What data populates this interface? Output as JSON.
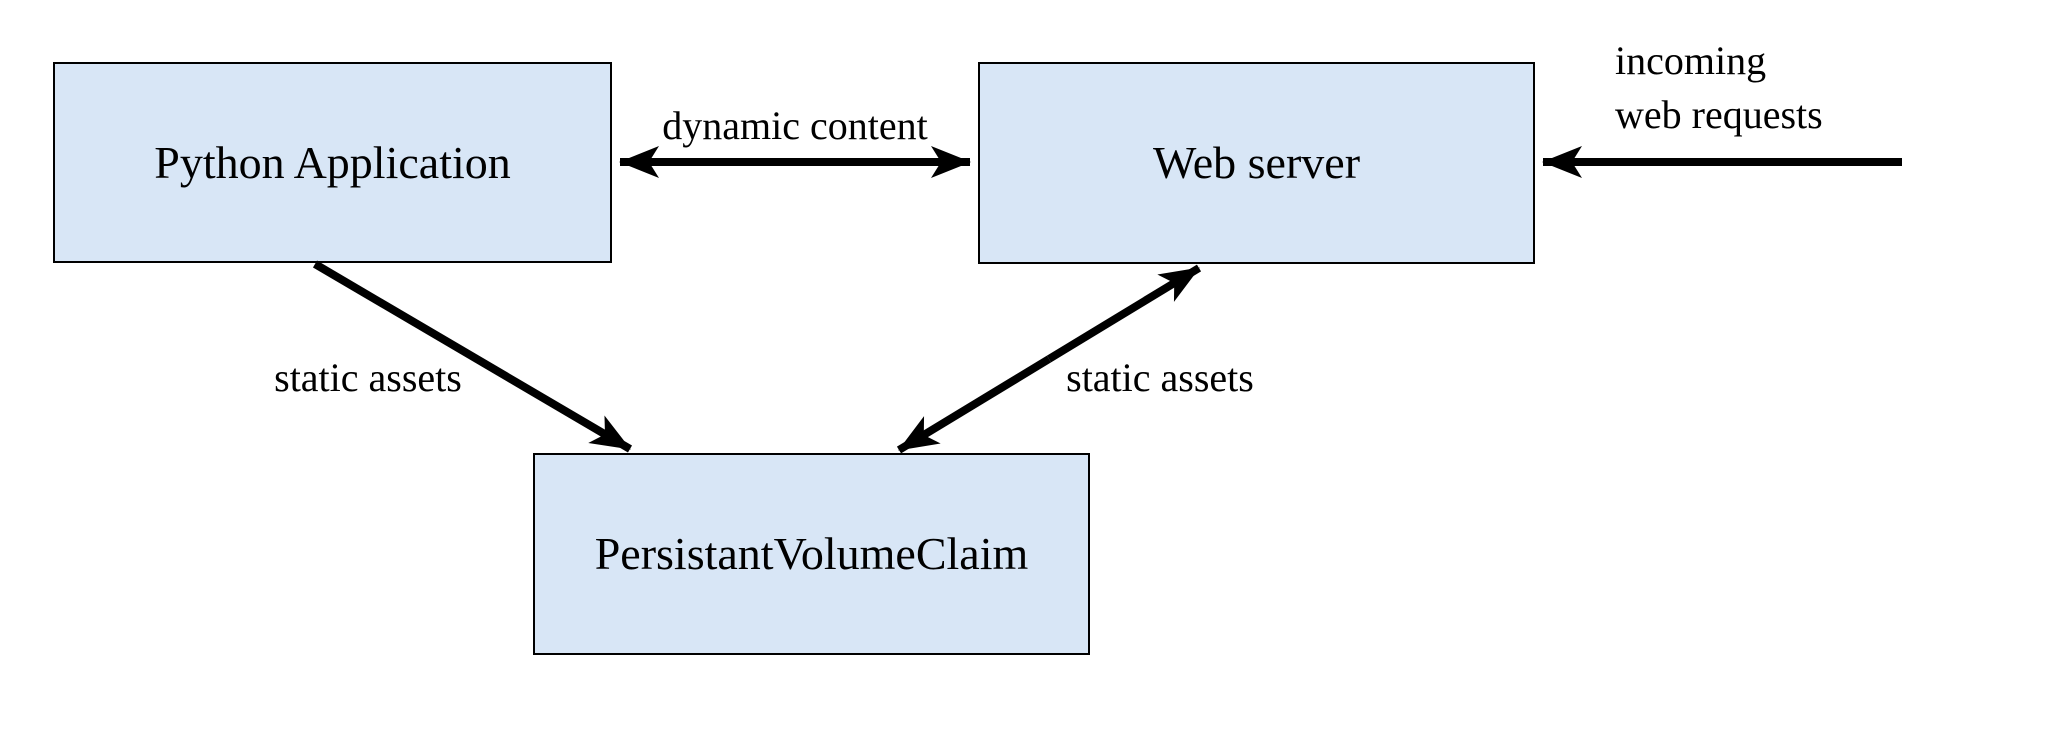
{
  "diagram": {
    "type": "architecture-diagram",
    "background": "#ffffff",
    "colors": {
      "node_fill": "#d8e6f6",
      "node_border": "#000000",
      "arrow": "#000000",
      "text": "#000000"
    },
    "nodes": [
      {
        "name": "python-application",
        "label": "Python Application"
      },
      {
        "name": "web-server",
        "label": "Web server"
      },
      {
        "name": "persistant-volume-claim",
        "label": "PersistantVolumeClaim"
      }
    ],
    "edges": [
      {
        "name": "dynamic-content",
        "label": "dynamic content",
        "from": "Python Application",
        "to": "Web server",
        "arrows": "both"
      },
      {
        "name": "incoming-web-requests",
        "label_line1": "incoming",
        "label_line2": "web requests",
        "from": "external",
        "to": "Web server",
        "arrows": "end"
      },
      {
        "name": "static-assets-python-to-pvc",
        "label": "static assets",
        "from": "Python Application",
        "to": "PersistantVolumeClaim",
        "arrows": "end"
      },
      {
        "name": "static-assets-webserver-pvc",
        "label": "static assets",
        "from": "Web server",
        "to": "PersistantVolumeClaim",
        "arrows": "both"
      }
    ]
  }
}
